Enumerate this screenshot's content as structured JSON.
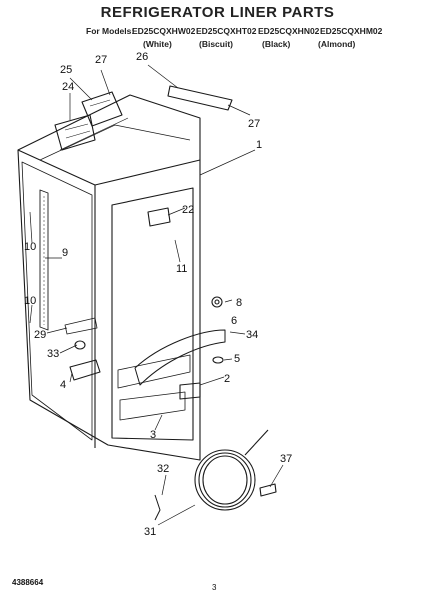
{
  "title": "REFRIGERATOR LINER PARTS",
  "models": {
    "prefix": "For Models:",
    "list": [
      "ED25CQXHW02",
      "ED25CQXHT02",
      "ED25CQXHN02",
      "ED25CQXHM02"
    ],
    "colors": [
      "(White)",
      "(Biscuit)",
      "(Black)",
      "(Almond)"
    ]
  },
  "callouts": [
    {
      "label": "25"
    },
    {
      "label": "27"
    },
    {
      "label": "26"
    },
    {
      "label": "24"
    },
    {
      "label": "27"
    },
    {
      "label": "1"
    },
    {
      "label": "22"
    },
    {
      "label": "10"
    },
    {
      "label": "9"
    },
    {
      "label": "11"
    },
    {
      "label": "8"
    },
    {
      "label": "10"
    },
    {
      "label": "6"
    },
    {
      "label": "29"
    },
    {
      "label": "34"
    },
    {
      "label": "33"
    },
    {
      "label": "5"
    },
    {
      "label": "4"
    },
    {
      "label": "2"
    },
    {
      "label": "3"
    },
    {
      "label": "32"
    },
    {
      "label": "37"
    },
    {
      "label": "31"
    }
  ],
  "footer": {
    "part_number": "4388664",
    "page": "3"
  }
}
